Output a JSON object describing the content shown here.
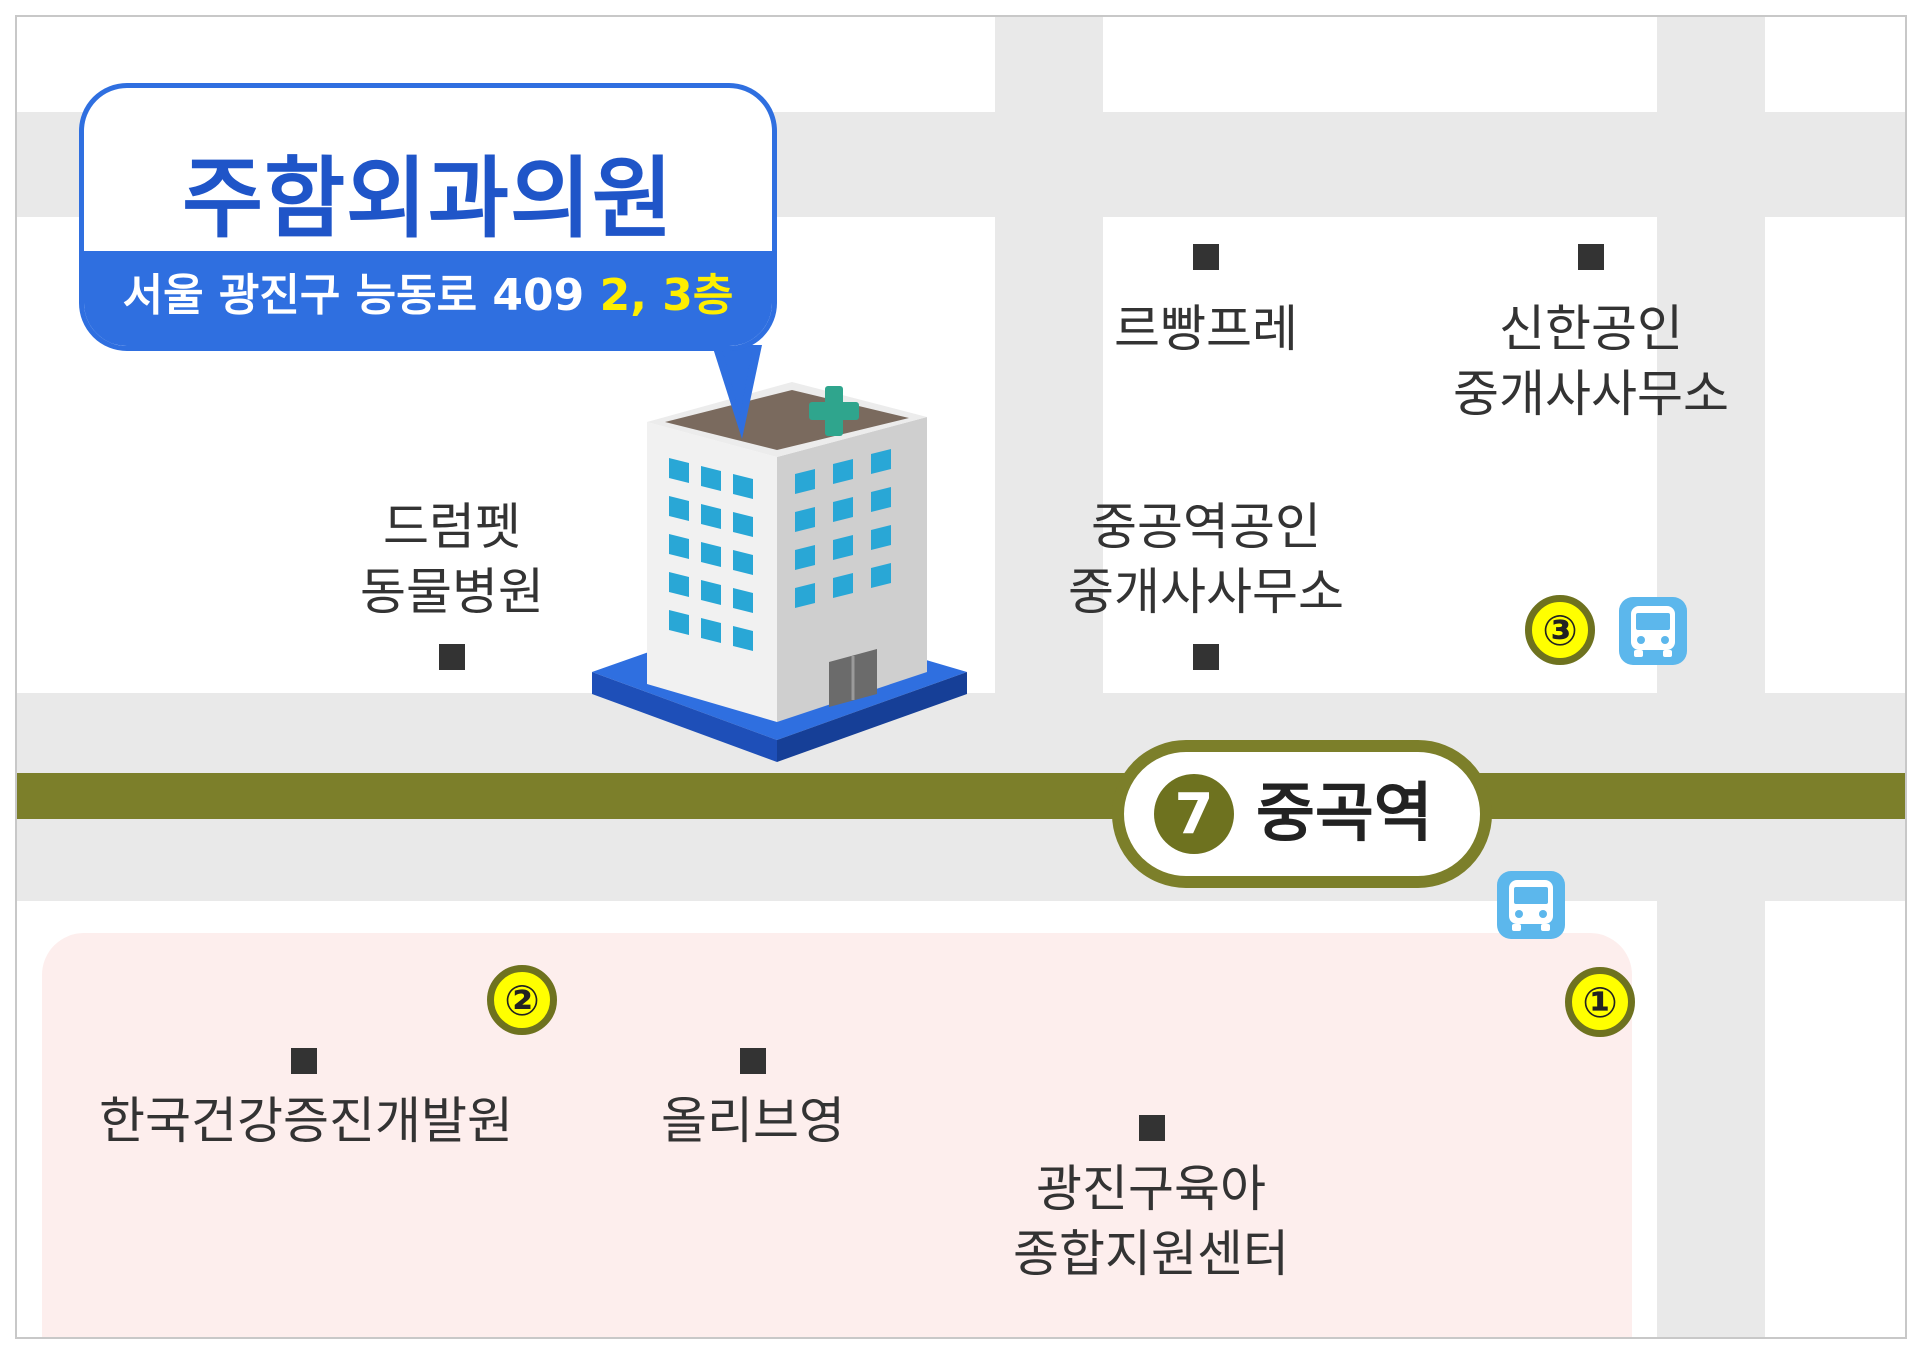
{
  "map": {
    "callout": {
      "title": "주함외과의원",
      "address": "서울 광진구 능동로 409",
      "floor": "2, 3층"
    },
    "station": {
      "line_number": "7",
      "name": "중곡역",
      "line_color": "#7c7f2a"
    },
    "places": [
      {
        "id": "lebangpre",
        "name": "르빵프레"
      },
      {
        "id": "shinhan",
        "line1": "신한공인",
        "line2": "중개사사무소"
      },
      {
        "id": "drumpet",
        "line1": "드럼펫",
        "line2": "동물병원"
      },
      {
        "id": "junggong",
        "line1": "중공역공인",
        "line2": "중개사사무소"
      },
      {
        "id": "kohi",
        "name": "한국건강증진개발원"
      },
      {
        "id": "oliveyoung",
        "name": "올리브영"
      },
      {
        "id": "gwangjin",
        "line1": "광진구육아",
        "line2": "종합지원센터"
      }
    ],
    "exits": [
      "①",
      "②",
      "③"
    ],
    "colors": {
      "road": "#e9e9e9",
      "zone": "#fdeeed",
      "callout": "#2f6fe0",
      "exit_badge": "#ffff00",
      "bus": "#5cb7ec"
    },
    "icons": [
      "hospital-building-icon",
      "bus-icon"
    ]
  }
}
